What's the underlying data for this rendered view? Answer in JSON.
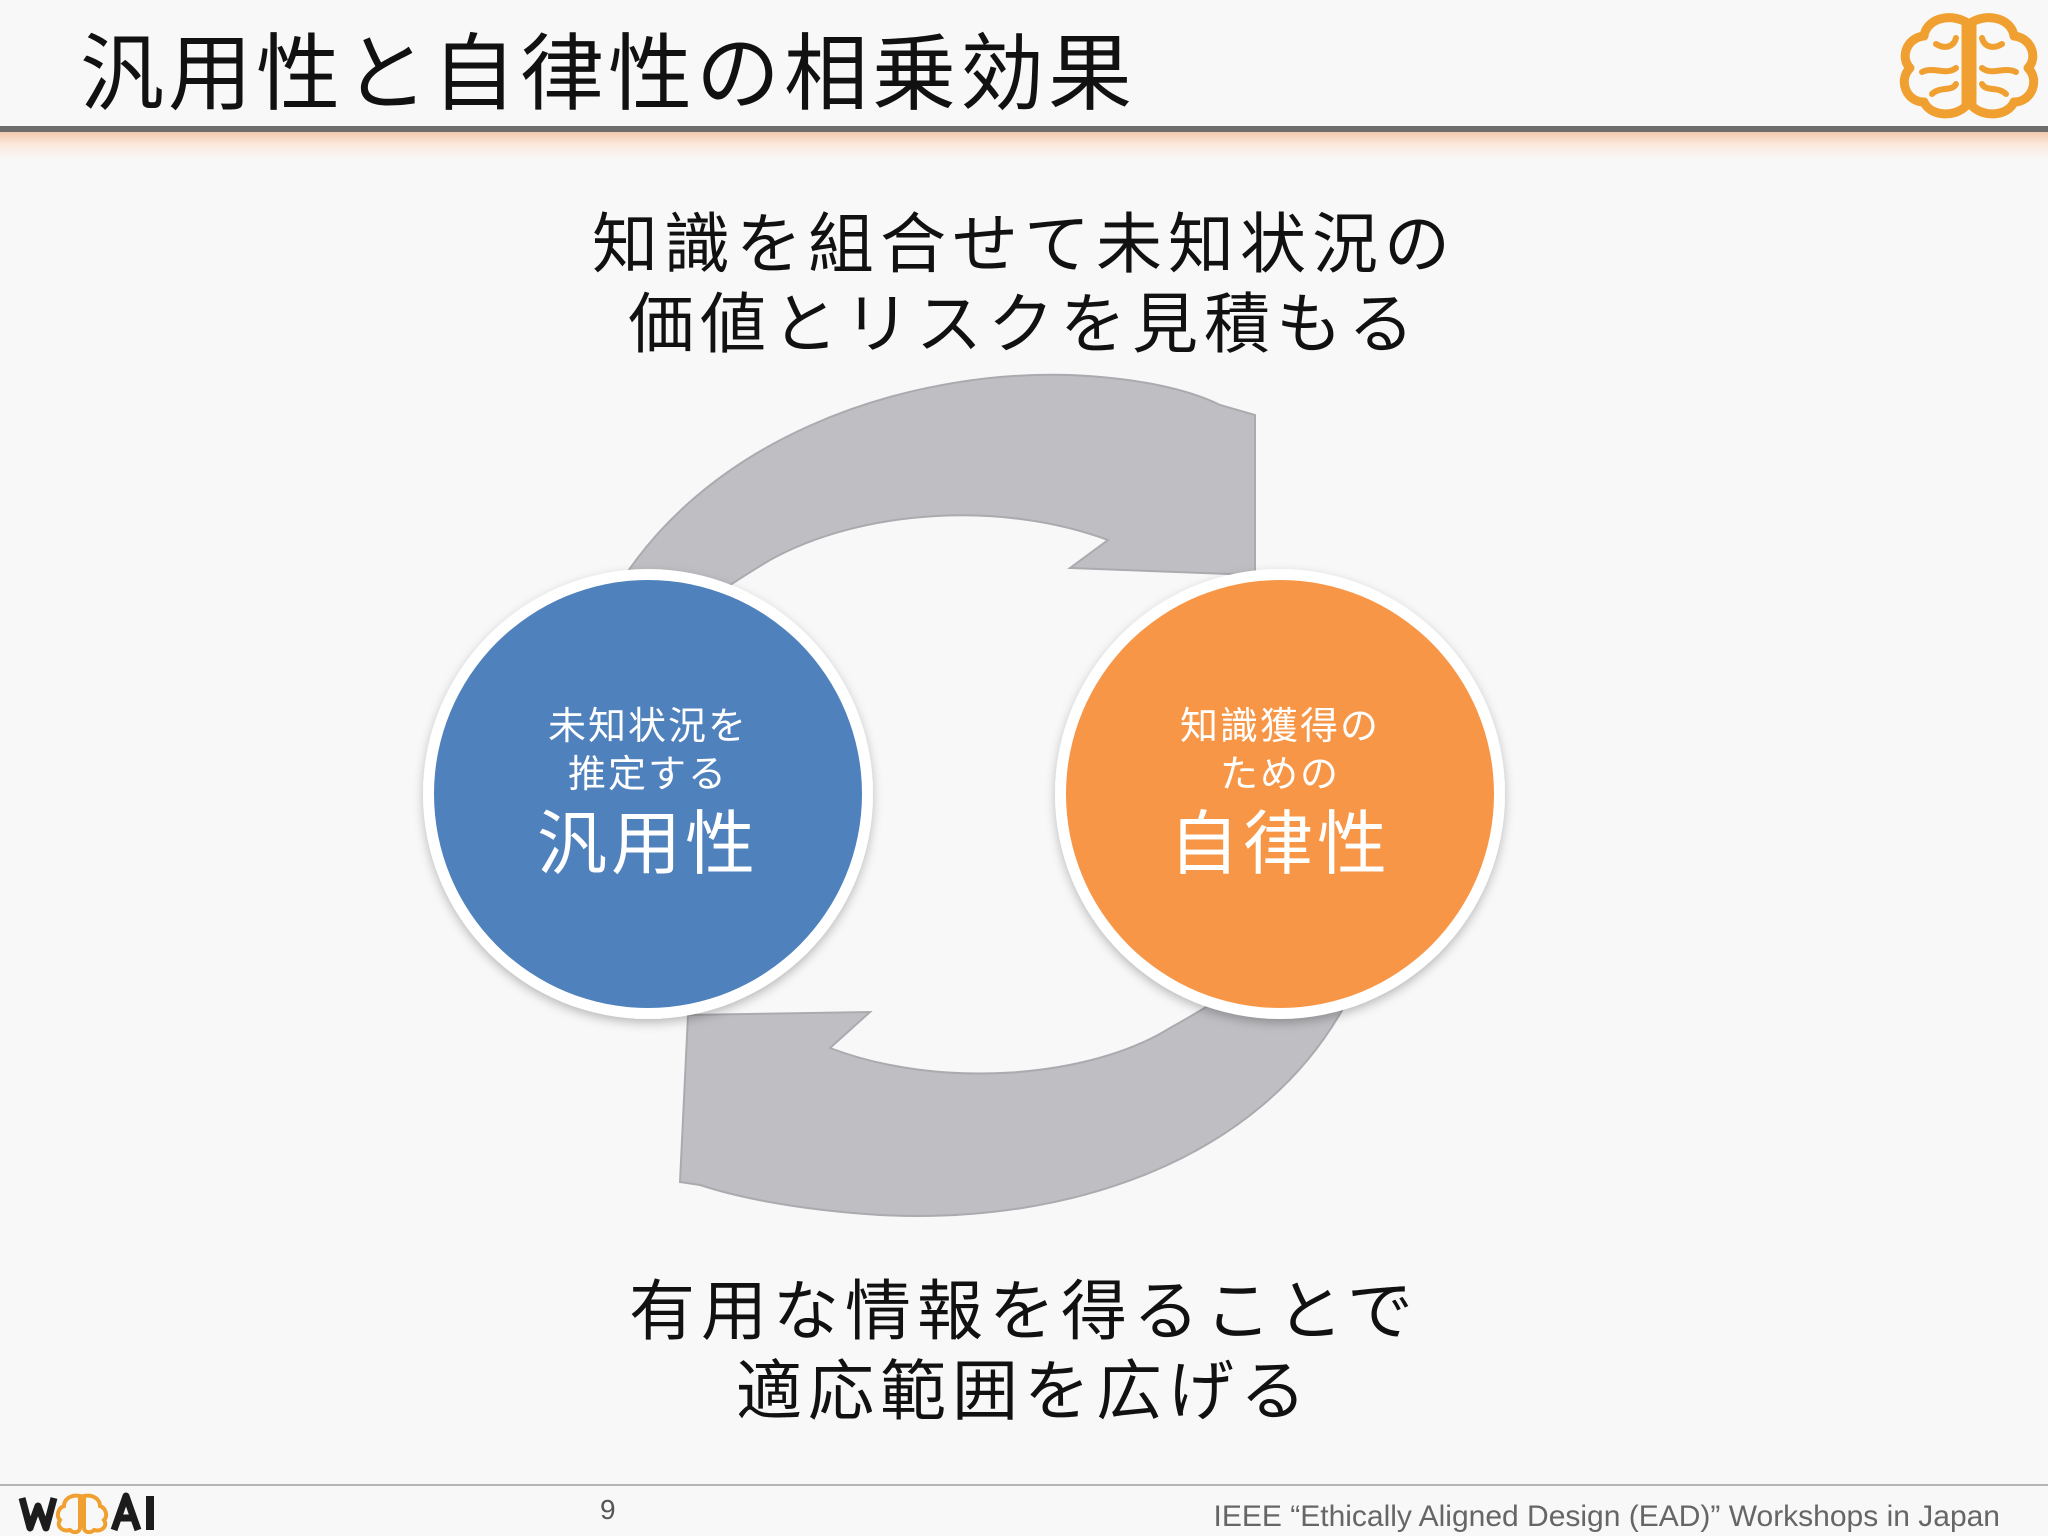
{
  "slide": {
    "title": "汎用性と自律性の相乗効果",
    "caption_top": [
      "知識を組合せて未知状況の",
      "価値とリスクを見積もる"
    ],
    "caption_bottom": [
      "有用な情報を得ることで",
      "適応範囲を広げる"
    ],
    "left_circle": {
      "small_lines": [
        "未知状況を",
        "推定する"
      ],
      "big": "汎用性",
      "color": "#4f81bd"
    },
    "right_circle": {
      "small_lines": [
        "知識獲得の",
        "ための"
      ],
      "big": "自律性",
      "color": "#f79646"
    },
    "arrow_color": "#bfbfc3",
    "accent_color": "#f0a030"
  },
  "footer": {
    "logo_text": "WAI",
    "page_number": "9",
    "event_text": "IEEE “Ethically Aligned Design (EAD)” Workshops in Japan"
  }
}
